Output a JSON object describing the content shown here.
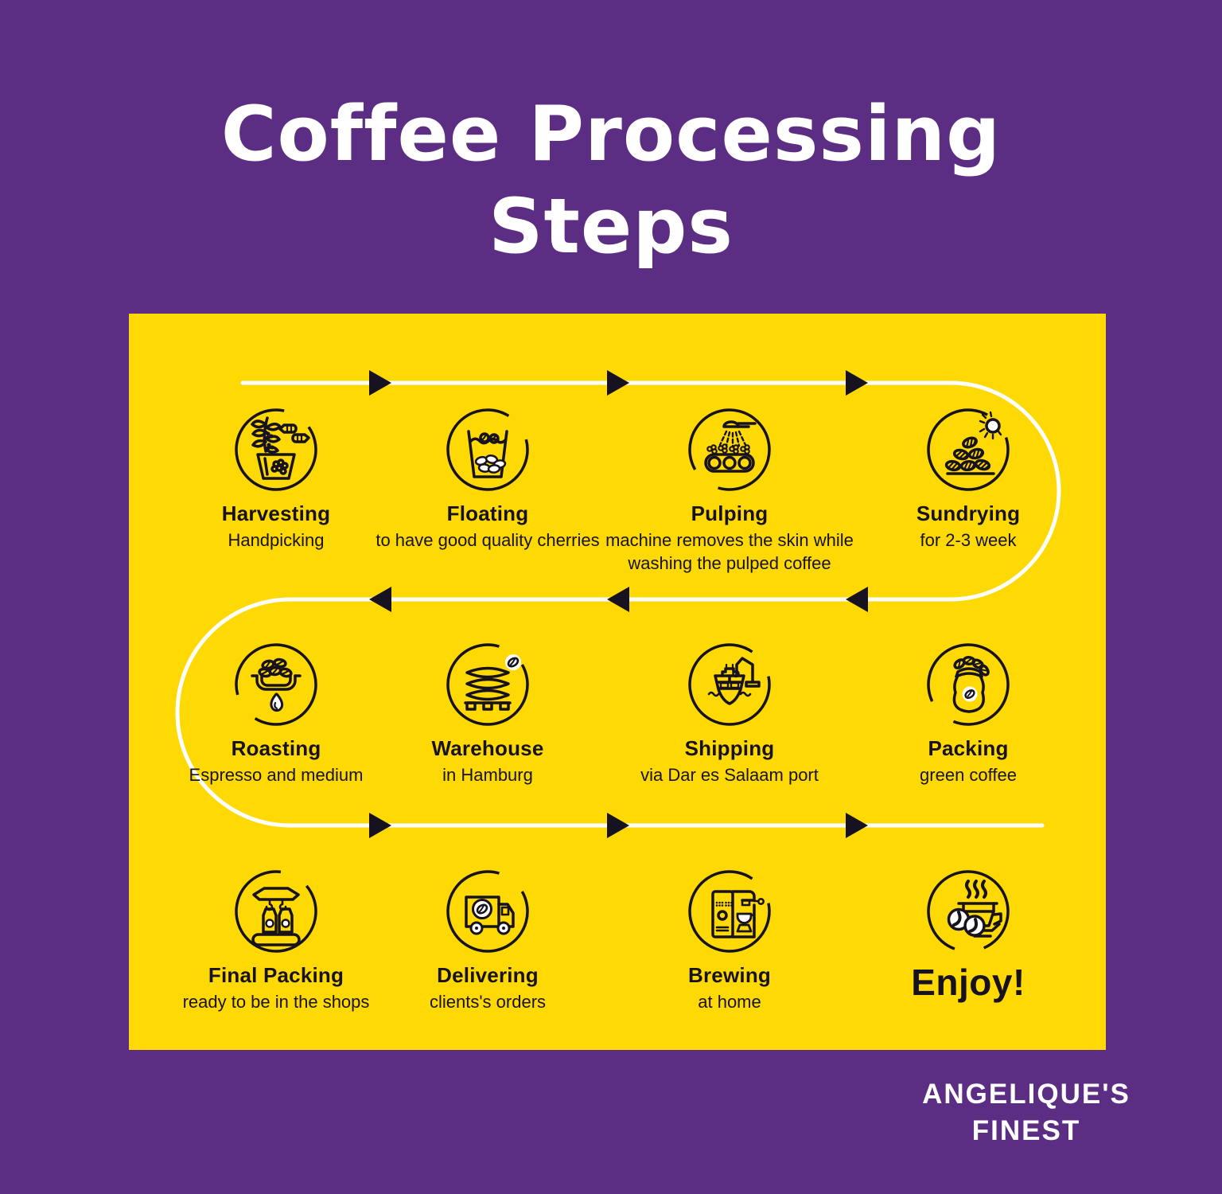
{
  "title": "Coffee Processing Steps",
  "colors": {
    "background": "#5B2E84",
    "card": "#FFD903",
    "flow_line": "#FFFFFF",
    "arrow": "#17121F",
    "text": "#17121F",
    "title_text": "#FFFFFF"
  },
  "flow": {
    "row_directions": [
      "right",
      "left",
      "right"
    ],
    "arrows_per_row": 3
  },
  "steps": [
    {
      "title": "Harvesting",
      "description": "Handpicking",
      "icon": "harvesting-icon"
    },
    {
      "title": "Floating",
      "description": "to have good quality cherries",
      "icon": "floating-icon"
    },
    {
      "title": "Pulping",
      "description": "machine removes the skin while washing the pulped coffee",
      "icon": "pulping-icon"
    },
    {
      "title": "Sundrying",
      "description": "for 2-3 week",
      "icon": "sundrying-icon"
    },
    {
      "title": "Roasting",
      "description": "Espresso and medium",
      "icon": "roasting-icon"
    },
    {
      "title": "Warehouse",
      "description": "in Hamburg",
      "icon": "warehouse-icon"
    },
    {
      "title": "Shipping",
      "description": "via Dar es Salaam port",
      "icon": "shipping-icon"
    },
    {
      "title": "Packing",
      "description": "green coffee",
      "icon": "packing-icon"
    },
    {
      "title": "Final Packing",
      "description": "ready to be in the shops",
      "icon": "final-packing-icon"
    },
    {
      "title": "Delivering",
      "description": "clients's orders",
      "icon": "delivering-icon"
    },
    {
      "title": "Brewing",
      "description": "at home",
      "icon": "brewing-icon"
    },
    {
      "title": "Enjoy!",
      "description": "",
      "icon": "enjoy-icon"
    }
  ],
  "brand": {
    "line1": "ANGELIQUE'S",
    "line2": "FINEST"
  }
}
